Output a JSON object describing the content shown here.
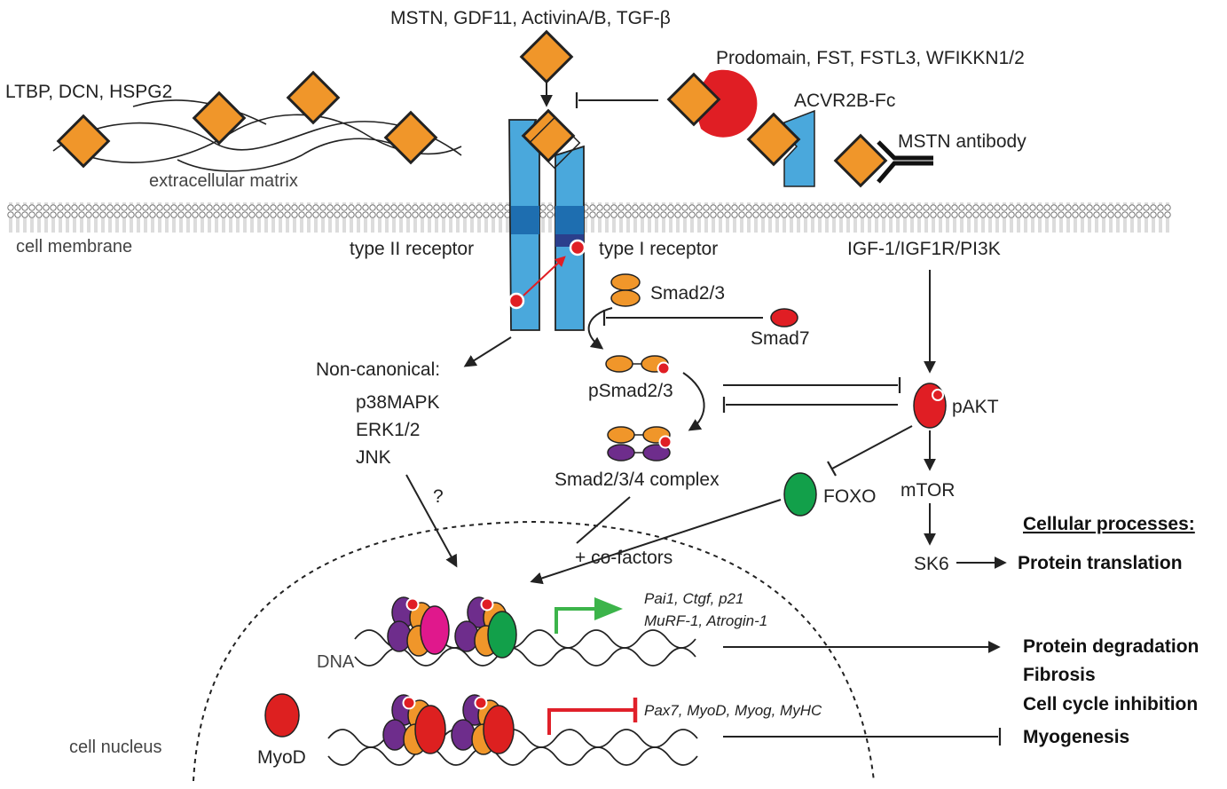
{
  "colors": {
    "ligand": "#f0962a",
    "receptor": "#4aa8dc",
    "receptor_dark": "#1e6eb0",
    "phospho": "#e01e24",
    "smad4": "#6e2d8c",
    "foxo": "#12a04a",
    "cofactor_magenta": "#e0188c",
    "myod": "#dd2020",
    "activate_arrow": "#3cb44a",
    "inhibit_bar": "#e0202a"
  },
  "labels": {
    "ligands": "MSTN, GDF11, ActivinA/B, TGF-β",
    "ecm_proteins": "LTBP, DCN, HSPG2",
    "ecm": "extracellular matrix",
    "antagonists": "Prodomain, FST, FSTL3, WFIKKN1/2",
    "acvr2b_fc": "ACVR2B-Fc",
    "mstn_antibody": "MSTN antibody",
    "cell_membrane": "cell membrane",
    "type2_receptor": "type II receptor",
    "type1_receptor": "type I receptor",
    "igf_pathway": "IGF-1/IGF1R/PI3K",
    "smad23": "Smad2/3",
    "smad7": "Smad7",
    "non_canonical": "Non-canonical:",
    "p38": "p38MAPK",
    "erk": "ERK1/2",
    "jnk": "JNK",
    "question": "?",
    "psmad23": "pSmad2/3",
    "pakt": "pAKT",
    "smad_complex": "Smad2/3/4 complex",
    "foxo": "FOXO",
    "mtor": "mTOR",
    "sk6": "SK6",
    "cofactors": "+ co-factors",
    "cellular_processes": "Cellular processes:",
    "protein_translation": "Protein translation",
    "target_genes_up_1": "Pai1, Ctgf, p21",
    "target_genes_up_2": "MuRF-1, Atrogin-1",
    "dna": "DNA",
    "target_genes_down": "Pax7, MyoD, Myog, MyHC",
    "myod": "MyoD",
    "cell_nucleus": "cell nucleus",
    "protein_degradation": "Protein degradation",
    "fibrosis": "Fibrosis",
    "cell_cycle_inhibition": "Cell cycle inhibition",
    "myogenesis": "Myogenesis"
  }
}
